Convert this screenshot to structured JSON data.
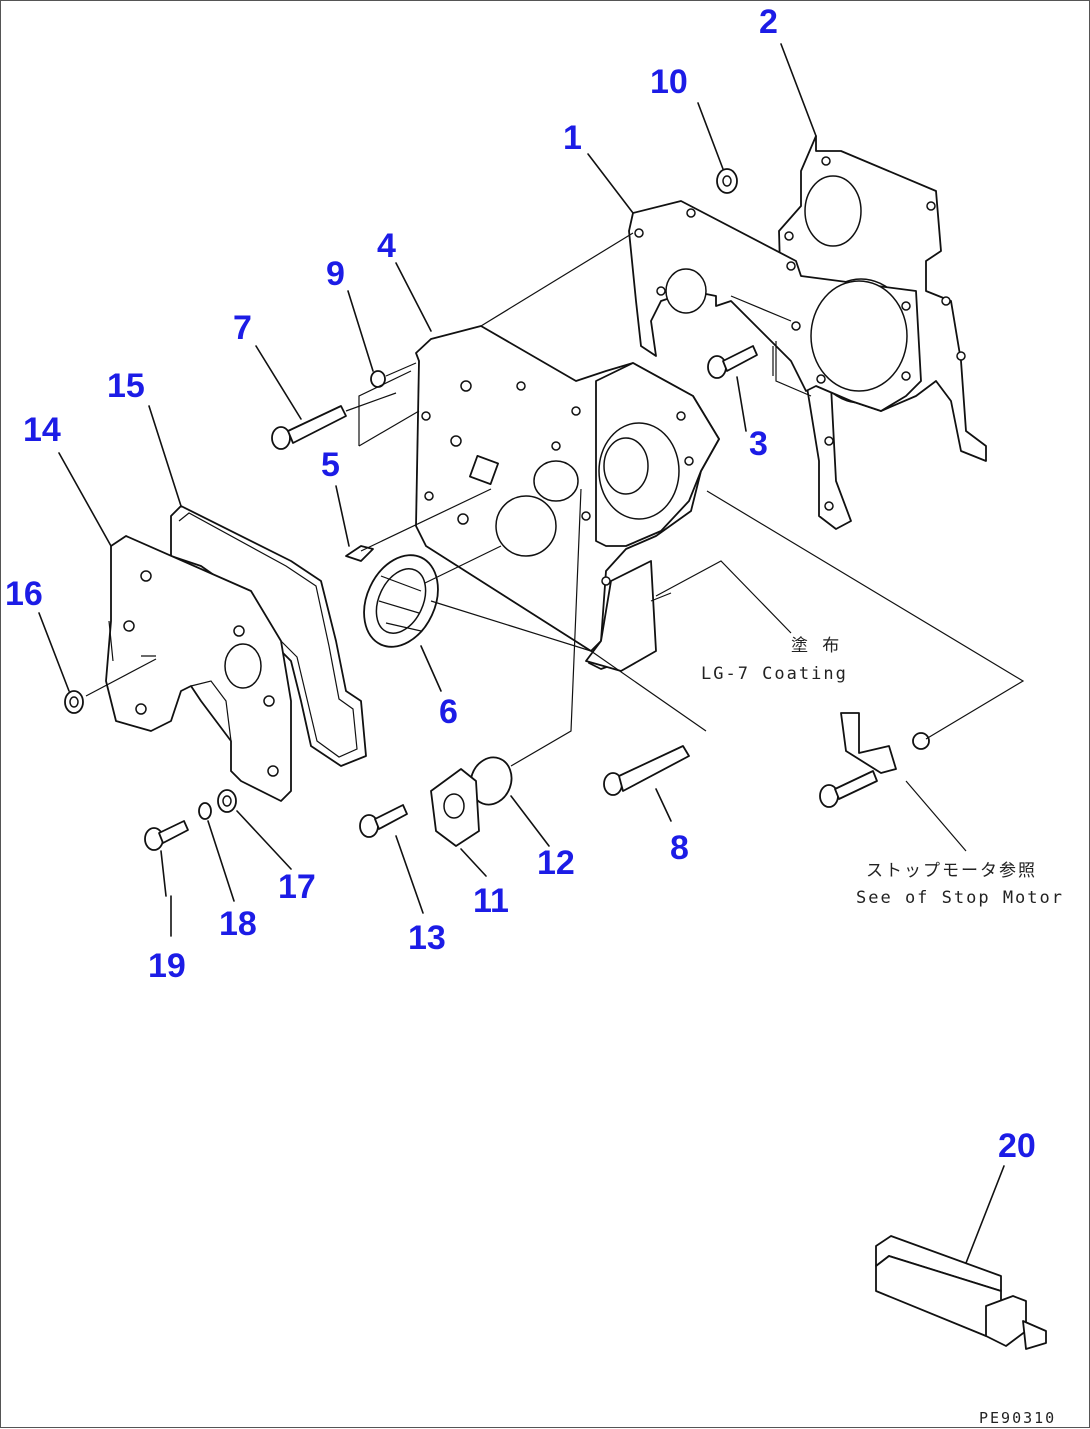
{
  "diagram": {
    "callouts": [
      "1",
      "2",
      "3",
      "4",
      "5",
      "6",
      "7",
      "8",
      "9",
      "10",
      "11",
      "12",
      "13",
      "14",
      "15",
      "16",
      "17",
      "18",
      "19",
      "20"
    ],
    "notes": {
      "coating_jp": "塗 布",
      "coating_en": "LG-7 Coating",
      "stop_motor_jp": "ストップモータ参照",
      "stop_motor_en": "See of Stop Motor"
    },
    "drawing_code": "PE90310"
  }
}
